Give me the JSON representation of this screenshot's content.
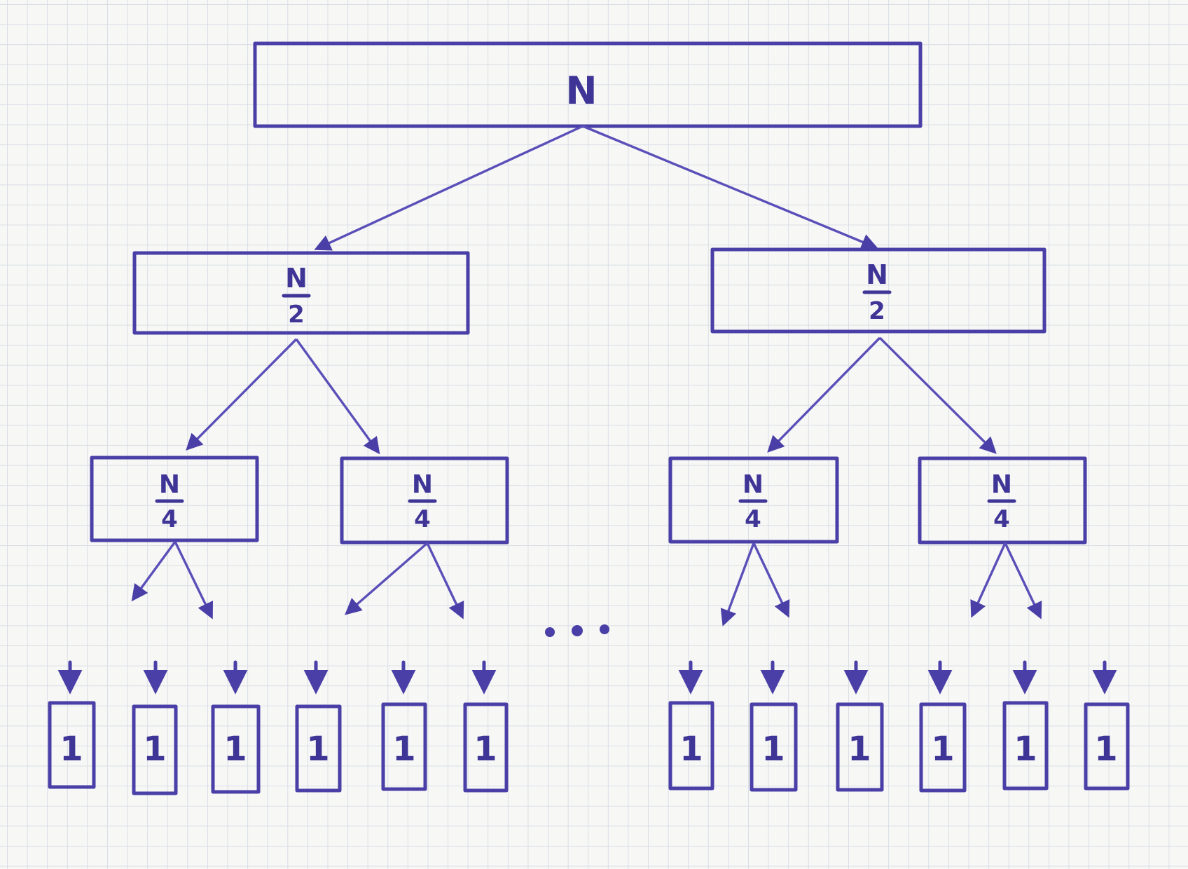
{
  "root": {
    "label": "N"
  },
  "level1": [
    {
      "numerator": "N",
      "denominator": "2"
    },
    {
      "numerator": "N",
      "denominator": "2"
    }
  ],
  "level2": [
    {
      "numerator": "N",
      "denominator": "4"
    },
    {
      "numerator": "N",
      "denominator": "4"
    },
    {
      "numerator": "N",
      "denominator": "4"
    },
    {
      "numerator": "N",
      "denominator": "4"
    }
  ],
  "leaves_left": [
    "1",
    "1",
    "1",
    "1",
    "1",
    "1"
  ],
  "leaves_right": [
    "1",
    "1",
    "1",
    "1",
    "1",
    "1"
  ],
  "colors": {
    "ink": "#4a3fa6",
    "grid": "#d9dee4",
    "paper": "#f7f7f6"
  }
}
